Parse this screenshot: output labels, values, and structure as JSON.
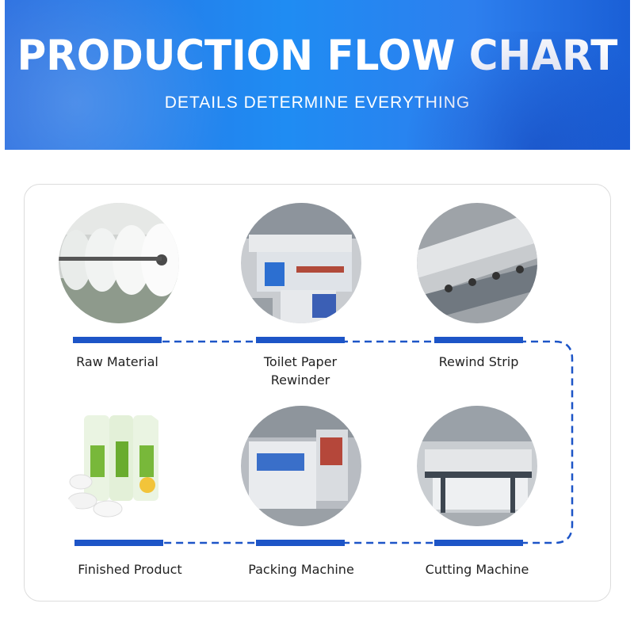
{
  "header": {
    "title": "PRODUCTION FLOW CHART",
    "subtitle": "DETAILS DETERMINE EVERYTHING"
  },
  "colors": {
    "banner": "#1f8cf3",
    "bar": "#1d55c7",
    "dashed_line": "#1d55c7",
    "label_text": "#222222"
  },
  "steps": [
    {
      "label": "Raw Material",
      "image": "paper-rolls-photo"
    },
    {
      "label": "Toilet Paper Rewinder",
      "image": "rewinder-machine-photo"
    },
    {
      "label": "Rewind Strip",
      "image": "rewind-strip-photo"
    },
    {
      "label": "Finished Product",
      "image": "finished-product-photo"
    },
    {
      "label": "Packing Machine",
      "image": "packing-machine-photo"
    },
    {
      "label": "Cutting Machine",
      "image": "cutting-machine-photo"
    }
  ]
}
